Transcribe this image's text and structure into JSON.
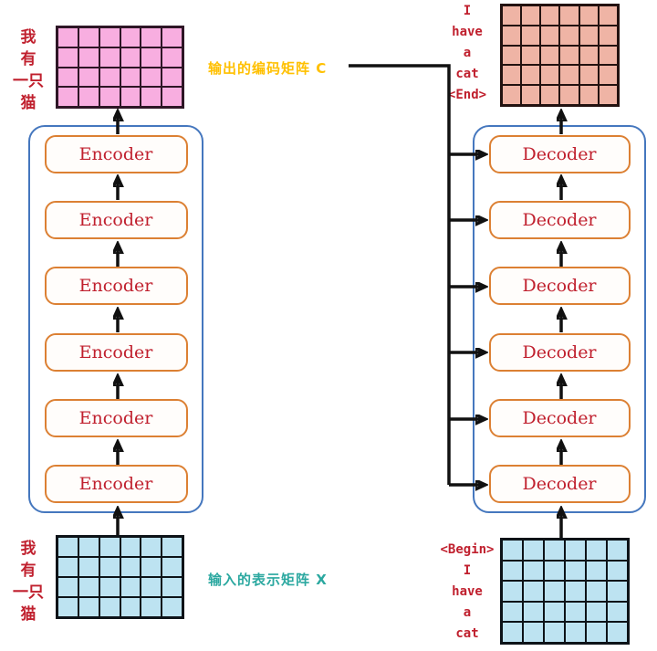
{
  "stacks": {
    "encoder": {
      "label": "Encoder",
      "count": 6
    },
    "decoder": {
      "label": "Decoder",
      "count": 6
    }
  },
  "labels": {
    "encoder_output_matrix": "输出的编码矩阵 C",
    "input_matrix": "输入的表示矩阵 X"
  },
  "tokens": {
    "encoder_output_side": [
      "我",
      "有",
      "一只",
      "猫"
    ],
    "encoder_input_side": [
      "我",
      "有",
      "一只",
      "猫"
    ],
    "decoder_output_side": [
      "I",
      "have",
      "a",
      "cat",
      "<End>"
    ],
    "decoder_input_side": [
      "<Begin>",
      "I",
      "have",
      "a",
      "cat"
    ]
  },
  "matrices": {
    "encoder_output": {
      "rows": 4,
      "cols": 6,
      "fill": "#F8AEE0",
      "line": "#2E1626"
    },
    "encoder_input": {
      "rows": 4,
      "cols": 6,
      "fill": "#BDE3F1",
      "line": "#0D1318"
    },
    "decoder_output": {
      "rows": 5,
      "cols": 6,
      "fill": "#EFB4A5",
      "line": "#231210"
    },
    "decoder_input": {
      "rows": 5,
      "cols": 6,
      "fill": "#BDE3F1",
      "line": "#0D1318"
    }
  },
  "colors": {
    "block_border": "#DC8033",
    "stack_border": "#4577BE",
    "block_text": "#C0202E",
    "token_text": "#C0202E",
    "encoder_output_label": "#FFC000",
    "input_label": "#2BA8A0",
    "arrow": "#111111"
  }
}
